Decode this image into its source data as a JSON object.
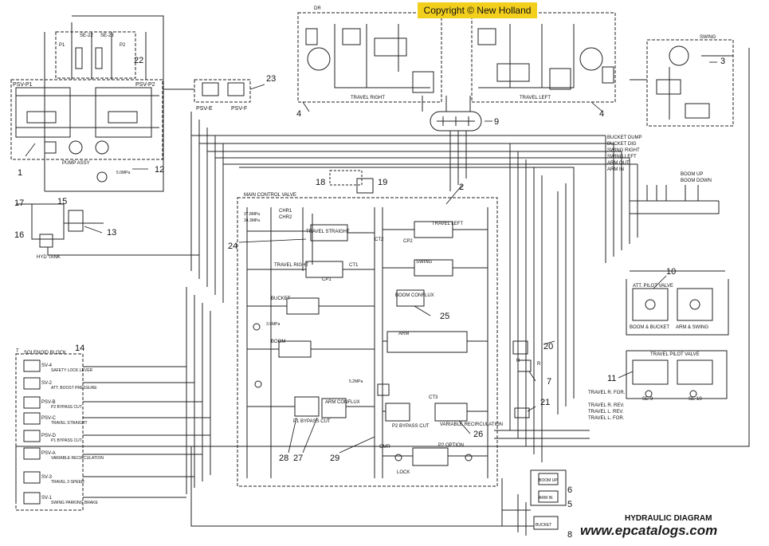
{
  "copyright": "Copyright © New Holland",
  "diagram_title": "HYDRAULIC DIAGRAM",
  "website": "www.epcatalogs.com",
  "callouts": [
    "1",
    "2",
    "3",
    "4",
    "4",
    "5",
    "6",
    "7",
    "8",
    "9",
    "10",
    "11",
    "12",
    "13",
    "14",
    "15",
    "16",
    "17",
    "18",
    "19",
    "20",
    "21",
    "22",
    "23",
    "24",
    "25",
    "26",
    "27",
    "28",
    "29"
  ],
  "labels": {
    "psv_p1": "PSV-P1",
    "psv_p2": "PSV-P2",
    "psv_e": "PSV-E",
    "psv_f": "PSV-F",
    "pump_assy": "PUMP ASSY",
    "hyd_tank": "HYD TANK",
    "travel_right": "TRAVEL RIGHT",
    "travel_left": "TRAVEL LEFT",
    "swing": "SWING",
    "main_control_valve": "MAIN CONTROL VALVE",
    "travel_straight": "TRAVEL STRAIGHT",
    "travel_left_spool": "TRAVEL LEFT",
    "travel_right_spool": "TRAVEL RIGHT",
    "swing_spool": "SWING",
    "bucket": "BUCKET",
    "boom": "BOOM",
    "boom_conflux": "BOOM CONFLUX",
    "arm": "ARM",
    "arm_conflux": "ARM CONFLUX",
    "p1_bypass_cut": "P1 BYPASS CUT",
    "p2_bypass_cut": "P2 BYPASS CUT",
    "variable_recirculation": "VARIABLE RECIRCULATION",
    "p2_option": "P2 OPTION",
    "att_pilot_valve": "ATT. PILOT VALVE",
    "travel_pilot_valve": "TRAVEL PILOT VALVE",
    "boom_bucket": "BOOM & BUCKET",
    "arm_swing": "ARM & SWING",
    "solenoid_block": "SOLENOID BLOCK",
    "sv4": "SV-4",
    "sv2": "SV-2",
    "sv3": "SV-3",
    "sv1": "SV-1",
    "psv_b": "PSV-B",
    "psv_c": "PSV-C",
    "psv_d": "PSV-D",
    "psv_a": "PSV-A",
    "sv4_desc": "SAFETY LOCK LEVER",
    "sv2_desc": "ATT. BOOST PRESSURE",
    "psv_b_desc": "P2 BYPASS CUT",
    "psv_c_desc": "TRAVEL STRAIGHT",
    "psv_d_desc": "P1 BYPASS CUT",
    "psv_a_desc": "VARIABLE RECIRCULATION",
    "sv3_desc": "TRAVEL 2-SPEED",
    "sv1_desc": "SWING PARKING BRAKE",
    "boom_up": "BOOM UP",
    "boom_down": "BOOM DOWN",
    "bucket_dump": "BUCKET DUMP",
    "bucket_dig": "BUCKET DIG",
    "swing_right": "SWING RIGHT",
    "swing_left": "SWING LEFT",
    "arm_out": "ARM OUT",
    "arm_in": "ARM IN",
    "travel_r_fwd": "TRAVEL R. FOR.",
    "travel_r_rev": "TRAVEL R. REV.",
    "travel_l_rev": "TRAVEL L. REV.",
    "travel_l_fwd": "TRAVEL L. FOR.",
    "bucket_sw": "BUCKET",
    "boom_up_sw": "BOOM UP",
    "arm_in_sw": "ARM IN",
    "lock": "LOCK",
    "h": "H",
    "r": "R",
    "p1": "P1",
    "p2": "P2",
    "t": "T",
    "dr": "DR",
    "se22": "SE-22",
    "se23": "SE-23",
    "se9": "SE-9",
    "se10": "SE-10",
    "ch1": "CHR1",
    "ch2": "CHR2",
    "cp1": "CP1",
    "cp2": "CP2",
    "ct1": "CT1",
    "ct2": "CT2",
    "ct3": "CT3",
    "cmr": "CMR",
    "relief_p1": "37.8MPa",
    "relief_main": "34.3MPa",
    "relief_pilot": "5.0MPa",
    "flow_ch": "3.9MPa",
    "flow_c": "5.2MPa"
  }
}
